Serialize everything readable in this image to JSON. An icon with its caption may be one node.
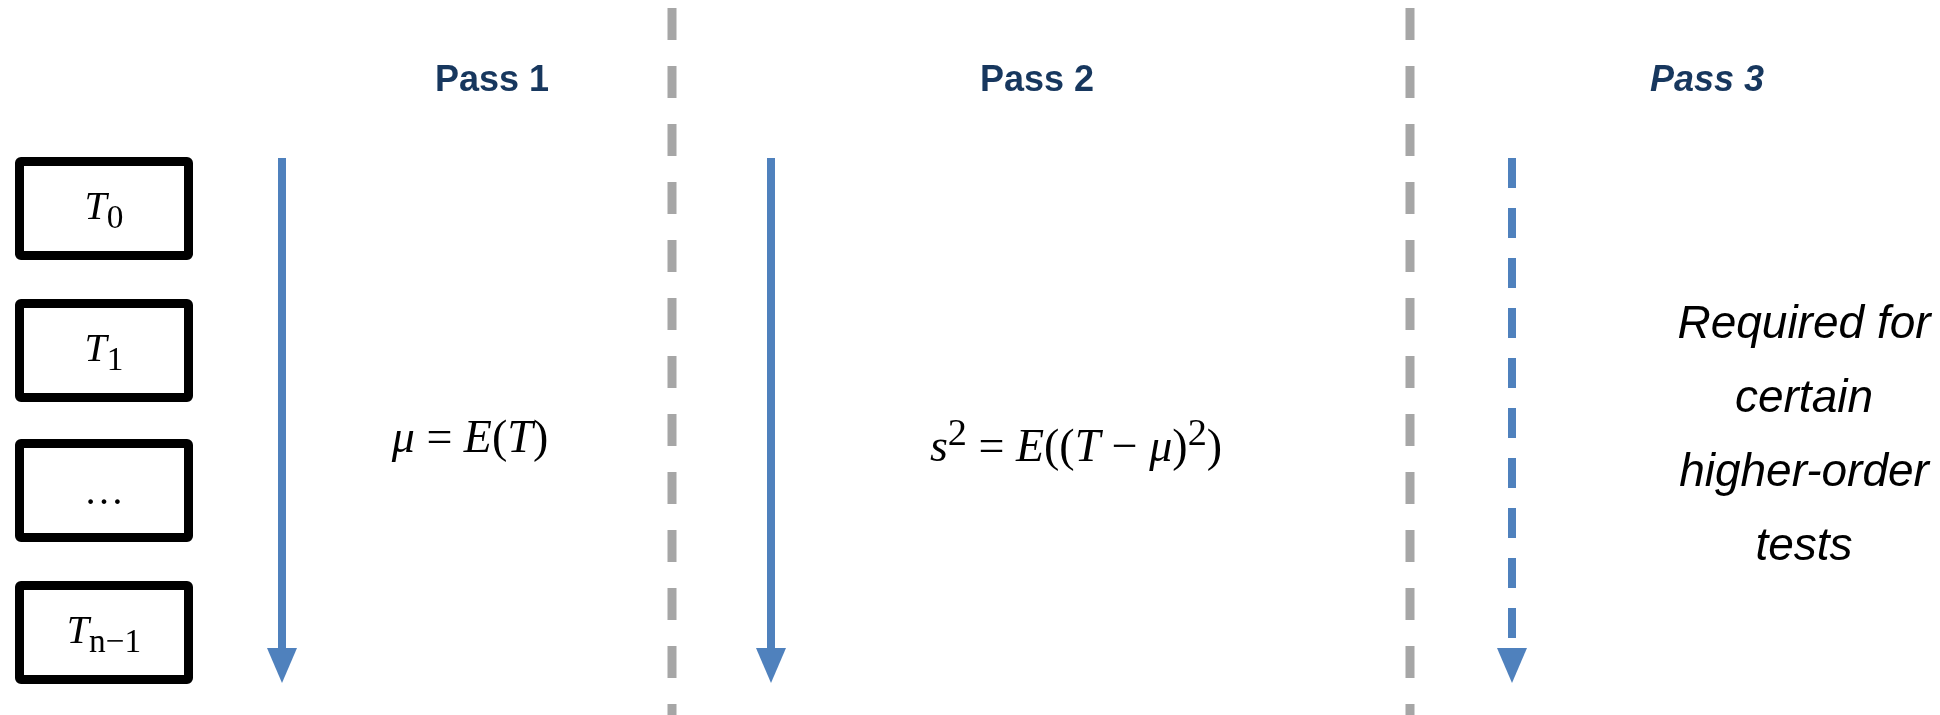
{
  "diagram": {
    "nodes": [
      {
        "text": [
          "*T*$_{0}$"
        ]
      },
      {
        "text": [
          "*T*$_{1}$"
        ]
      },
      {
        "text": [
          "…"
        ]
      },
      {
        "text": [
          "*T*$_{n−1}$"
        ]
      }
    ],
    "labels": [
      "Pass 1",
      "Pass 2",
      "Pass 3",
      "*μ* = *E*(*T*)",
      "*s*$^{2}$ = *E*((*T* − *μ*)$^{2}$)",
      "Required for certain higher-order tests"
    ]
  }
}
